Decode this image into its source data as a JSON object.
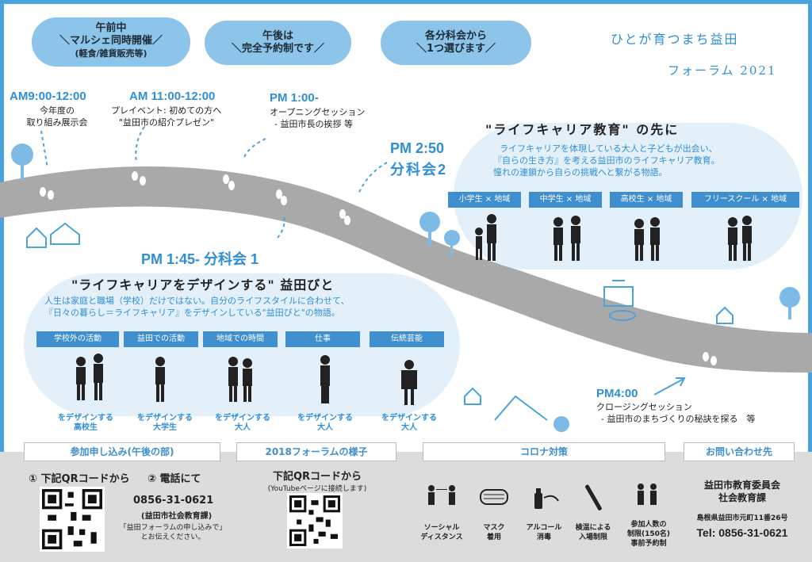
{
  "clouds": [
    {
      "line1": "午前中",
      "line2": "＼マルシェ同時開催／",
      "line3": "(軽食/雑貨販売等)"
    },
    {
      "line1": "午後は",
      "line2": "＼完全予約制です／"
    },
    {
      "line1": "各分科会から",
      "line2": "＼1つ選びます／"
    }
  ],
  "title": {
    "line1": "ひとが育つまち益田",
    "line2": "フォーラム 2021"
  },
  "schedule": {
    "am9": {
      "time": "AM9:00-12:00",
      "l1": "今年度の",
      "l2": "取り組み展示会"
    },
    "am11": {
      "time": "AM 11:00-12:00",
      "l1": "プレイベント: 初めての方へ",
      "l2": "\"益田市の紹介プレゼン\""
    },
    "pm1": {
      "time": "PM 1:00-",
      "l1": "オープニングセッション",
      "l2": "- 益田市長の挨拶 等"
    },
    "pm250": {
      "time": "PM 2:50",
      "l1": "分科会2"
    },
    "pm145": {
      "time": "PM 1:45- 分科会 1"
    },
    "pm4": {
      "time": "PM4:00",
      "l1": "クロージングセッション",
      "l2": "- 益田市のまちづくりの秘訣を探る　等"
    }
  },
  "session2": {
    "title": "\"ライフキャリア教育\" の先に",
    "d1": "ライフキャリアを体現している大人と子どもが出会い、",
    "d2": "『自らの生き方』を考える益田市のライフキャリア教育。",
    "d3": "憧れの連鎖から自らの挑戦へと繋がる物語。",
    "tags": [
      "小学生 × 地域",
      "中学生 × 地域",
      "高校生 × 地域",
      "フリースクール × 地域"
    ]
  },
  "session1": {
    "title": "\"ライフキャリアをデザインする\" 益田びと",
    "d1": "人生は家庭と職場（学校）だけではない。自分のライフスタイルに合わせて、",
    "d2": "『日々の暮らし＝ライフキャリア』をデザインしている\"益田びと\"の物語。",
    "tags": [
      "学校外の活動",
      "益田での活動",
      "地域での時間",
      "仕事",
      "伝統芸能"
    ],
    "caps": [
      {
        "a": "をデザインする",
        "b": "高校生"
      },
      {
        "a": "をデザインする",
        "b": "大学生"
      },
      {
        "a": "をデザインする",
        "b": "大人"
      },
      {
        "a": "をデザインする",
        "b": "大人"
      },
      {
        "a": "をデザインする",
        "b": "大人"
      }
    ]
  },
  "bottom": {
    "headers": [
      "参加申し込み(午後の部)",
      "2018フォーラムの様子",
      "コロナ対策",
      "お問い合わせ先"
    ],
    "apply": {
      "opt1": "① 下記QRコードから",
      "opt2": "② 電話にて",
      "phone": "0856-31-0621",
      "org": "(益田市社会教育課)",
      "n1": "「益田フォーラムの申し込みで」",
      "n2": "とお伝えください。"
    },
    "video": {
      "l1": "下記QRコードから",
      "l2": "(YouTubeページに接続します)"
    },
    "corona": [
      {
        "a": "ソーシャル",
        "b": "ディスタンス"
      },
      {
        "a": "マスク",
        "b": "着用"
      },
      {
        "a": "アルコール",
        "b": "消毒"
      },
      {
        "a": "検温による",
        "b": "入場制限"
      },
      {
        "a": "参加人数の",
        "b": "制限(150名)",
        "c": "事前予約制"
      }
    ],
    "contact": {
      "l1": "益田市教育委員会",
      "l2": "社会教育課",
      "addr": "島根県益田市元町11番26号",
      "tel": "Tel: 0856-31-0621"
    }
  },
  "colors": {
    "accent": "#2f8fd6",
    "cloud": "#8cc4ea",
    "road": "#a9a9a9",
    "tag": "#3f8fcf"
  }
}
